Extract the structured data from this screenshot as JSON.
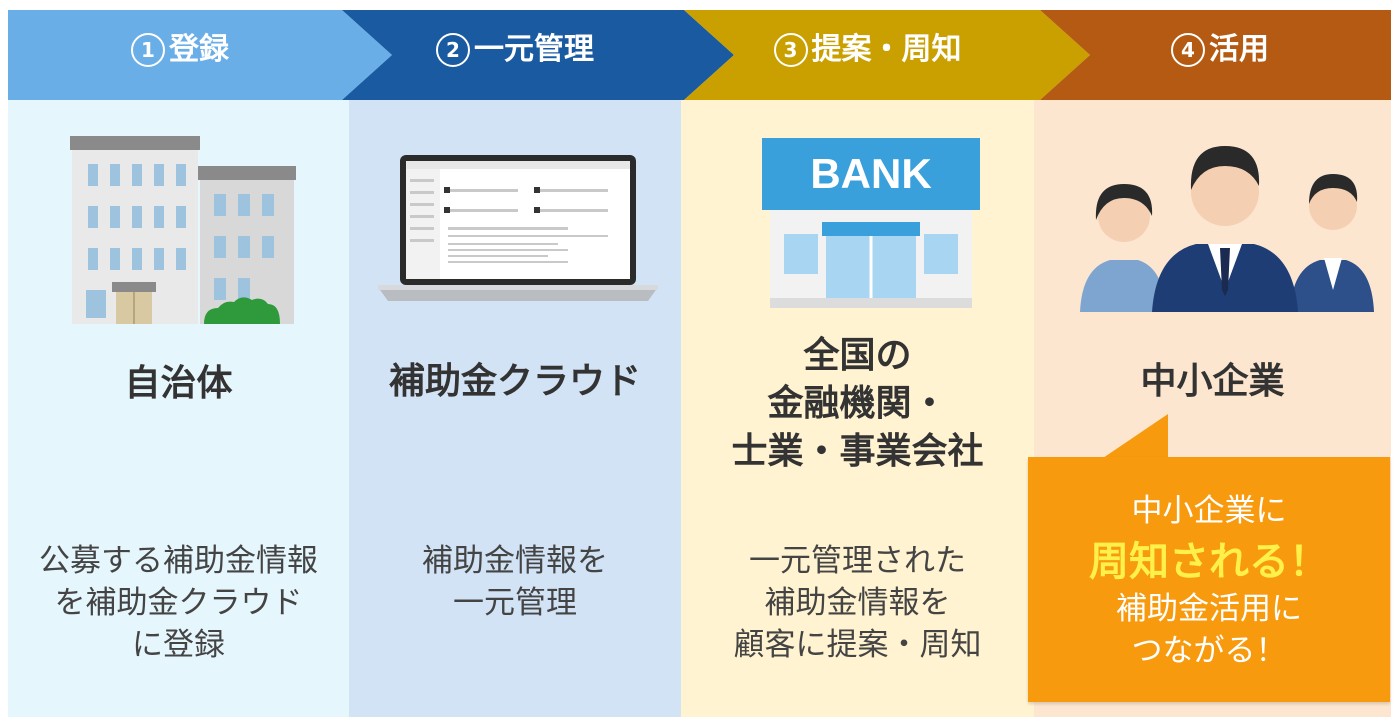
{
  "steps": [
    {
      "num": "1",
      "label": "登録",
      "color": "#6aaee8"
    },
    {
      "num": "2",
      "label": "一元管理",
      "color": "#1a5aa1"
    },
    {
      "num": "3",
      "label": "提案・周知",
      "color": "#c9a000"
    },
    {
      "num": "4",
      "label": "活用",
      "color": "#b55a12"
    }
  ],
  "columns": [
    {
      "title": [
        "自治体"
      ],
      "desc": [
        "公募する補助金情報",
        "を補助金クラウド",
        "に登録"
      ]
    },
    {
      "title": [
        "補助金クラウド"
      ],
      "desc": [
        "補助金情報を",
        "一元管理"
      ]
    },
    {
      "title": [
        "全国の",
        "金融機関・",
        "士業・事業会社"
      ],
      "desc": [
        "一元管理された",
        "補助金情報を",
        "顧客に提案・周知"
      ]
    },
    {
      "title": [
        "中小企業"
      ],
      "desc": []
    }
  ],
  "callout": {
    "line1": "中小企業に",
    "line2": "周知される！",
    "line3": "補助金活用に",
    "line4": "つながる！"
  },
  "icons": {
    "municipality": "office-building-icon",
    "cloud_service": "laptop-icon",
    "bank": "bank-icon",
    "business": "business-people-icon"
  },
  "bank_sign": "BANK"
}
